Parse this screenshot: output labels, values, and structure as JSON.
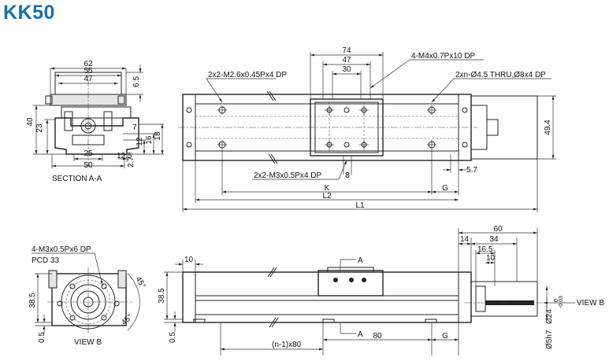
{
  "title": "KK50",
  "section_aa": {
    "dims": {
      "w62": "62",
      "w55": "55",
      "w47": "47",
      "h6_5": "6.5",
      "h40": "40",
      "h23": "23",
      "d7": "7",
      "h12": "12",
      "h16": "16",
      "h18": "18",
      "w25": "25",
      "w12_5": "12.5",
      "w50": "50",
      "v2_7": "2.7"
    },
    "label": "SECTION A-A"
  },
  "top_view": {
    "dims": {
      "w74": "74",
      "w47": "47",
      "w30": "30",
      "h49_4": "49.4",
      "v5_7": "5.7",
      "v8": "8",
      "K": "K",
      "G": "G",
      "L2": "L2",
      "L1": "L1"
    },
    "callouts": {
      "m4": "4-M4x0.7Px10 DP",
      "m26": "2x2-M2.6x0.45Px4 DP",
      "thru": "2xn-Ø4.5 THRU,Ø8x4 DP",
      "m3": "2x2-M3x0.5Px4 DP"
    }
  },
  "view_b": {
    "callouts": {
      "m3": "4-M3x0.5Px6 DP",
      "pcd": "PCD 33"
    },
    "dims": {
      "h38_5": "38.5",
      "v0_5": "0.5",
      "a45a": "45°",
      "a45b": "45°"
    },
    "label": "VIEW B"
  },
  "side_view": {
    "dims": {
      "d10": "10",
      "h38_5": "38.5",
      "v0_5": "0.5",
      "w60": "60",
      "w14": "14",
      "w34": "34",
      "w16_5": "16.5",
      "w10b": "10",
      "v80": "80",
      "vn": "(n-1)x80",
      "G": "G",
      "shaft": "Ø5h7",
      "spigot": "Ø24",
      "tol_hi": "0",
      "tol_lo": "-0.03"
    },
    "section_marks": {
      "top": "A",
      "bottom": "A"
    },
    "view_arrow": "VIEW B"
  }
}
